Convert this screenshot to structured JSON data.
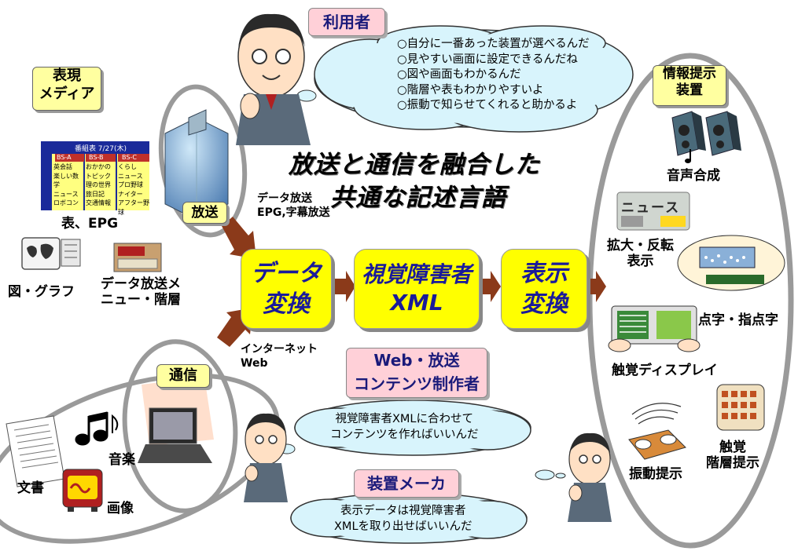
{
  "title_lines": [
    "放送と通信を融合した",
    "共通な記述言語"
  ],
  "user": {
    "label": "利用者",
    "comments": [
      "○自分に一番あった装置が選べるんだ",
      "○見やすい画面に設定できるんだね",
      "○図や画面もわかるんだ",
      "○階層や表もわかりやすいよ",
      "○振動で知らせてくれると助かるよ"
    ]
  },
  "media": {
    "label_lines": [
      "表現",
      "メディア"
    ],
    "table_label": "表、EPG",
    "figure_label": "図・グラフ",
    "menu_label_lines": [
      "データ放送メ",
      "ニュー・階層"
    ],
    "epg": {
      "header": "番組表 7/27(木)",
      "channels": [
        "BS-A",
        "BS-B",
        "BS-C"
      ],
      "rows": [
        [
          "英会話",
          "おかかの",
          "くらし"
        ],
        [
          "楽しい数学",
          "トピック",
          "ニュース"
        ],
        [
          "ニュース",
          "理の世界",
          "プロ野球"
        ],
        [
          "",
          "旅日記",
          "ナイター"
        ],
        [
          "ロボコン",
          "交通情報",
          "アフター野球"
        ]
      ]
    }
  },
  "broadcast": {
    "label": "放送",
    "desc_lines": [
      "データ放送",
      "EPG,字幕放送"
    ]
  },
  "network": {
    "label": "通信",
    "desc_lines": [
      "インターネット",
      "Web"
    ],
    "doc_label": "文書",
    "music_label": "音楽",
    "image_label": "画像"
  },
  "process": {
    "step1": [
      "データ",
      "変換"
    ],
    "step2": [
      "視覚障害者",
      "XML"
    ],
    "step3": [
      "表示",
      "変換"
    ]
  },
  "producer": {
    "label_lines": [
      "Web・放送",
      "コンテンツ制作者"
    ],
    "comment_lines": [
      "視覚障害者XMLに合わせて",
      "コンテンツを作ればいいんだ"
    ]
  },
  "maker": {
    "label": "装置メーカ",
    "comment_lines": [
      "表示データは視覚障害者",
      "XMLを取り出せばいいんだ"
    ]
  },
  "devices": {
    "label_lines": [
      "情報提示",
      "装置"
    ],
    "speech": "音声合成",
    "news_sign": "ニュース",
    "magnify_lines": [
      "拡大・反転",
      "表示"
    ],
    "braille": "点字・指点字",
    "tactile_display": "触覚ディスプレイ",
    "vibration": "振動提示",
    "tactile_hier_lines": [
      "触覚",
      "階層提示"
    ]
  },
  "colors": {
    "process_fill": "#ffff00",
    "label_fill": "#ffffa0",
    "pink_fill": "#ffd0d8",
    "process_text": "#1a1a9a",
    "arrow": "#8b3a1a",
    "cloud_fill": "#d8f4fc"
  }
}
